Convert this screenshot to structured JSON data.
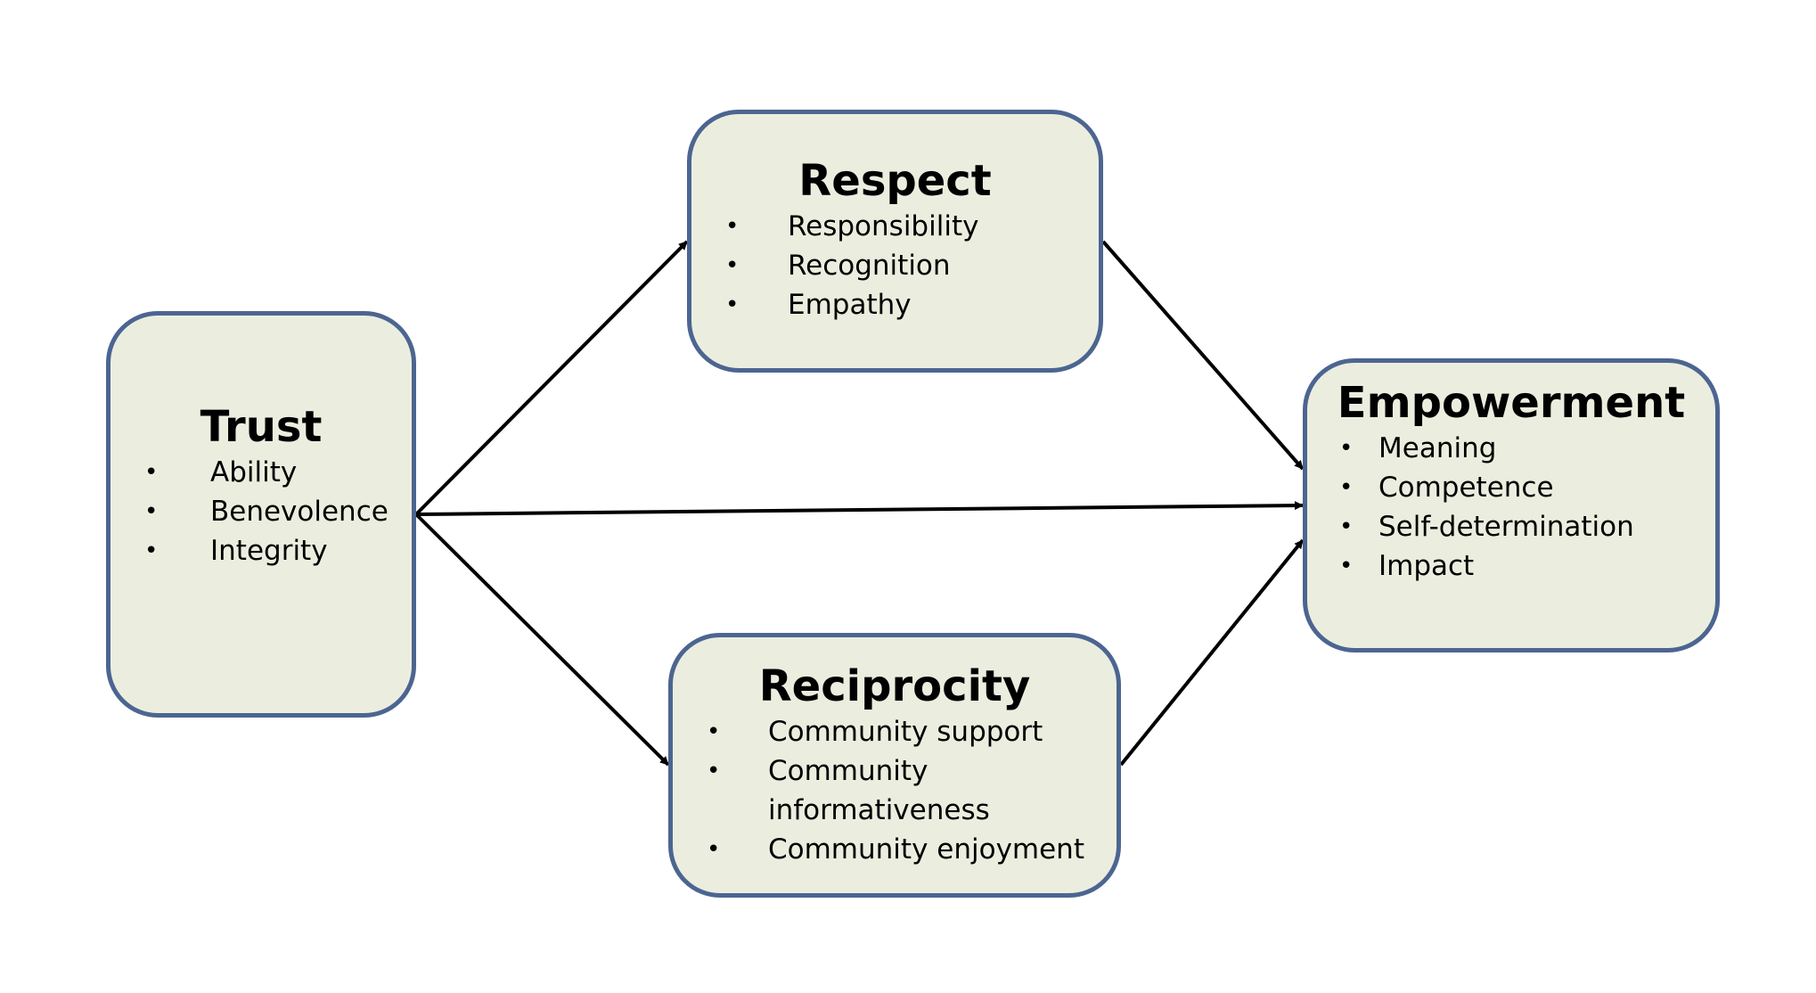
{
  "diagram": {
    "nodes": {
      "trust": {
        "title": "Trust",
        "items": [
          "Ability",
          "Benevolence",
          "Integrity"
        ]
      },
      "respect": {
        "title": "Respect",
        "items": [
          "Responsibility",
          "Recognition",
          "Empathy"
        ]
      },
      "reciprocity": {
        "title": "Reciprocity",
        "items": [
          "Community support",
          "Community informativeness",
          "Community enjoyment"
        ]
      },
      "empowerment": {
        "title": "Empowerment",
        "items": [
          "Meaning",
          "Competence",
          "Self-determination",
          "Impact"
        ]
      }
    },
    "edges": [
      {
        "from": "Trust",
        "to": "Respect"
      },
      {
        "from": "Trust",
        "to": "Empowerment"
      },
      {
        "from": "Trust",
        "to": "Reciprocity"
      },
      {
        "from": "Respect",
        "to": "Empowerment"
      },
      {
        "from": "Reciprocity",
        "to": "Empowerment"
      }
    ],
    "colors": {
      "box_fill": "#ebeedf",
      "box_border": "#4c6591",
      "arrow": "#000000"
    }
  }
}
